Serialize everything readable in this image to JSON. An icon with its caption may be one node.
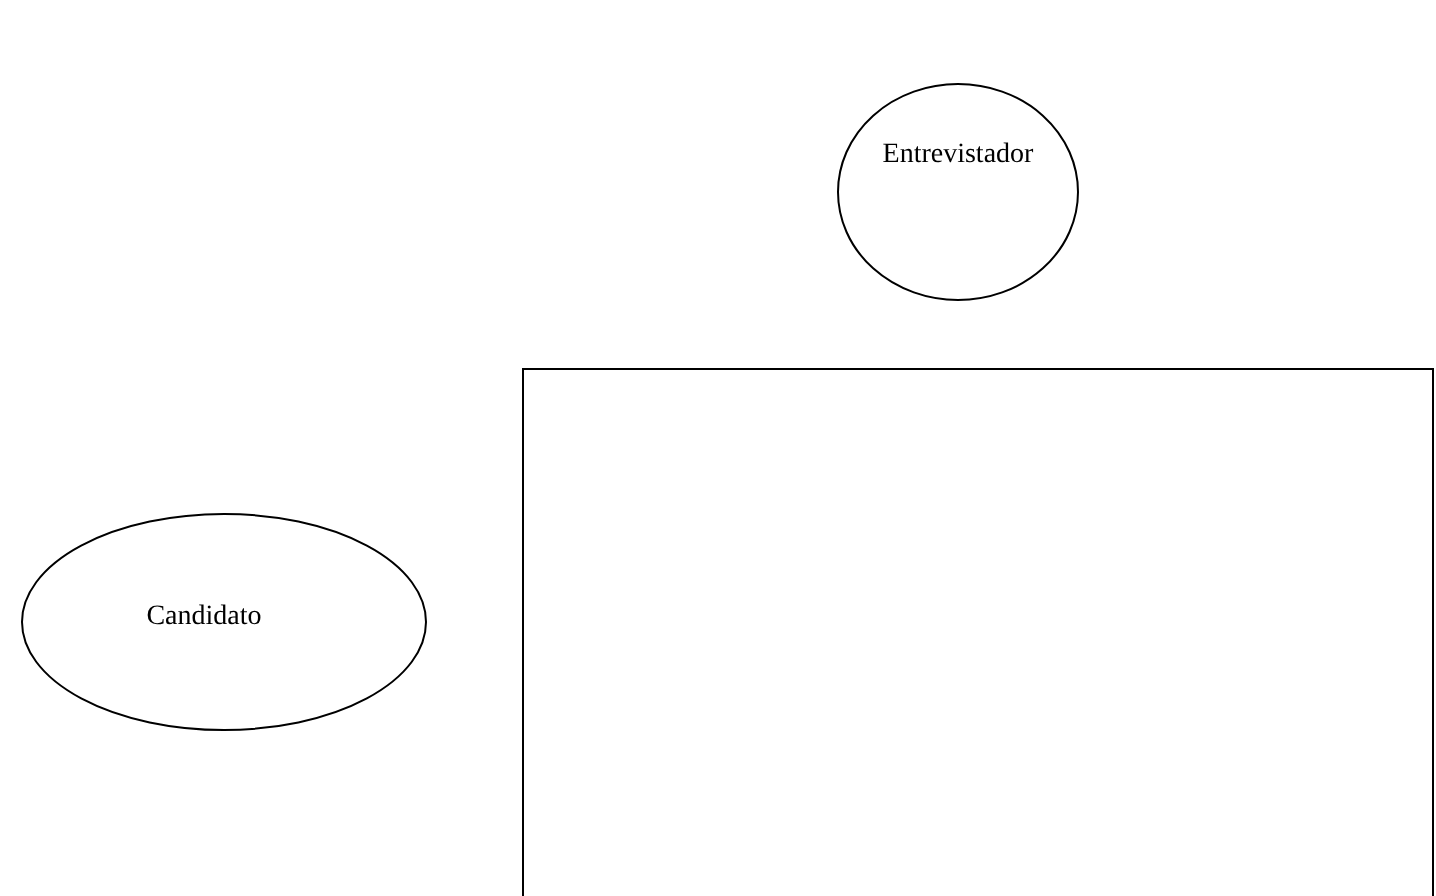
{
  "diagram": {
    "nodes": [
      {
        "text": [
          "Entrevistador"
        ]
      },
      {
        "text": [],
        "shape": "box"
      },
      {
        "text": [
          "Candidato"
        ]
      }
    ]
  }
}
